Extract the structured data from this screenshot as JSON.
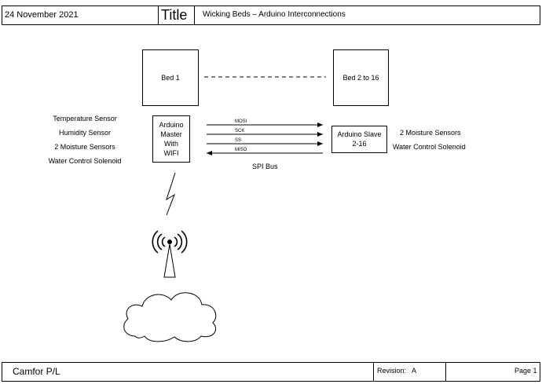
{
  "header": {
    "date": "24 November 2021",
    "title_label": "Title",
    "title_text": "Wicking Beds – Arduino Interconnections"
  },
  "diagram": {
    "bed_1": "Bed 1",
    "bed_2_16": "Bed 2 to 16",
    "master_lines": [
      "Arduino",
      "Master",
      "With",
      "WIFI"
    ],
    "slave_lines": [
      "Arduino Slave",
      "2-16"
    ],
    "master_sensors": [
      "Temperature Sensor",
      "Humidity Sensor",
      "2 Moisture Sensors",
      "Water Control Solenoid"
    ],
    "slave_sensors": [
      "2 Moisture Sensors",
      "Water Control Solenoid"
    ],
    "spi_signals": [
      "MOSI",
      "SCK",
      "SS",
      "MISO"
    ],
    "spi_bus_label": "SPI Bus"
  },
  "footer": {
    "company": "Camfor P/L",
    "revision_label": "Revision:",
    "revision_value": "A",
    "page": "Page 1"
  }
}
